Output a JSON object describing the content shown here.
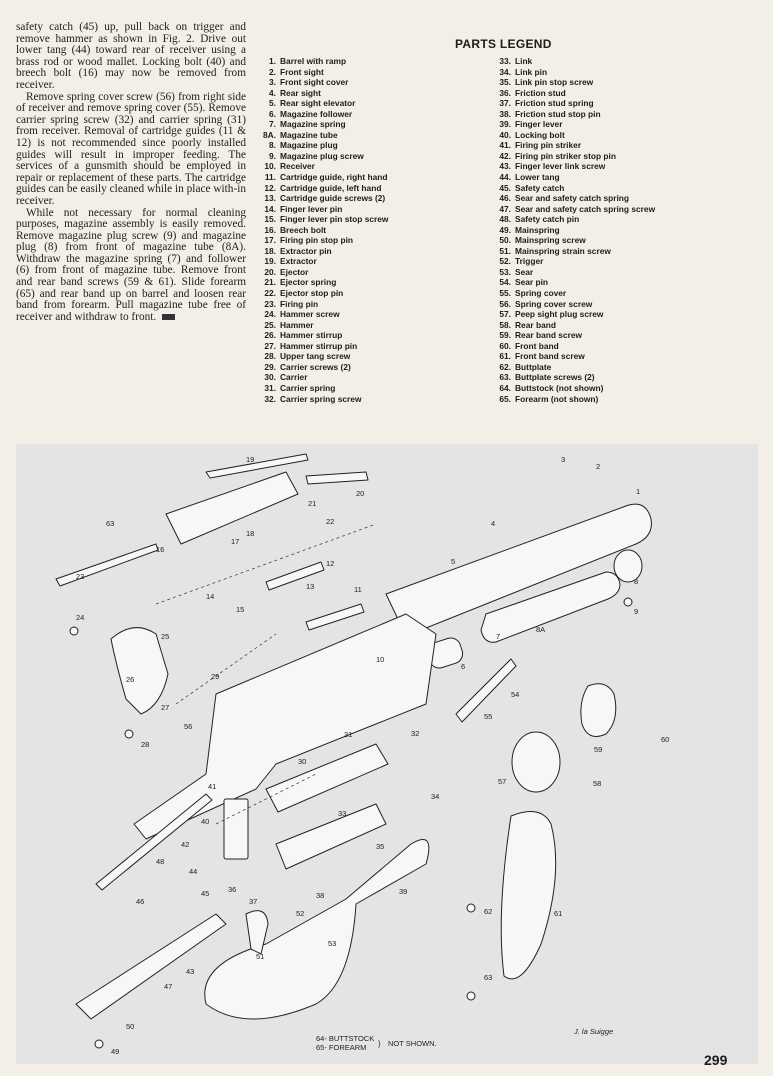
{
  "instructions": {
    "paragraphs": [
      "safety catch (45) up, pull back on trigger and remove hammer as shown in Fig. 2. Drive out lower tang (44) toward rear of receiver using a brass rod or wood mallet. Locking bolt (40) and breech bolt (16) may now be removed from receiver.",
      "Remove spring cover screw (56) from right side of receiver and remove spring cover (55). Remove carrier spring screw (32) and carrier spring (31) from receiver. Removal of cartridge guides (11 & 12) is not recommended since poorly installed guides will result in improper feeding. The services of a gunsmith should be employed in repair or replacement of these parts. The cartridge guides can be easily cleaned while in place with-in receiver.",
      "While not necessary for normal cleaning purposes, magazine assembly is easily removed. Remove magazine plug screw (9) and magazine plug (8) from front of magazine tube (8A). Withdraw the magazine spring (7) and follower (6) from front of magazine tube. Remove front and rear band screws (59 & 61). Slide forearm (65) and rear band up on barrel and loosen rear band from forearm. Pull magazine tube free of receiver and withdraw to front."
    ]
  },
  "legend": {
    "title": "PARTS LEGEND",
    "column_a": [
      {
        "num": "1.",
        "name": "Barrel with ramp"
      },
      {
        "num": "2.",
        "name": "Front sight"
      },
      {
        "num": "3.",
        "name": "Front sight cover"
      },
      {
        "num": "4.",
        "name": "Rear sight"
      },
      {
        "num": "5.",
        "name": "Rear sight elevator"
      },
      {
        "num": "6.",
        "name": "Magazine follower"
      },
      {
        "num": "7.",
        "name": "Magazine spring"
      },
      {
        "num": "8A.",
        "name": "Magazine tube"
      },
      {
        "num": "8.",
        "name": "Magazine plug"
      },
      {
        "num": "9.",
        "name": "Magazine plug screw"
      },
      {
        "num": "10.",
        "name": "Receiver"
      },
      {
        "num": "11.",
        "name": "Cartridge guide, right hand"
      },
      {
        "num": "12.",
        "name": "Cartridge guide, left hand"
      },
      {
        "num": "13.",
        "name": "Cartridge guide screws (2)"
      },
      {
        "num": "14.",
        "name": "Finger lever pin"
      },
      {
        "num": "15.",
        "name": "Finger lever pin stop screw"
      },
      {
        "num": "16.",
        "name": "Breech bolt"
      },
      {
        "num": "17.",
        "name": "Firing pin stop pin"
      },
      {
        "num": "18.",
        "name": "Extractor pin"
      },
      {
        "num": "19.",
        "name": "Extractor"
      },
      {
        "num": "20.",
        "name": "Ejector"
      },
      {
        "num": "21.",
        "name": "Ejector spring"
      },
      {
        "num": "22.",
        "name": "Ejector stop pin"
      },
      {
        "num": "23.",
        "name": "Firing pin"
      },
      {
        "num": "24.",
        "name": "Hammer screw"
      },
      {
        "num": "25.",
        "name": "Hammer"
      },
      {
        "num": "26.",
        "name": "Hammer stirrup"
      },
      {
        "num": "27.",
        "name": "Hammer stirrup pin"
      },
      {
        "num": "28.",
        "name": "Upper tang screw"
      },
      {
        "num": "29.",
        "name": "Carrier screws (2)"
      },
      {
        "num": "30.",
        "name": "Carrier"
      },
      {
        "num": "31.",
        "name": "Carrier spring"
      },
      {
        "num": "32.",
        "name": "Carrier spring screw"
      }
    ],
    "column_b": [
      {
        "num": "33.",
        "name": "Link"
      },
      {
        "num": "34.",
        "name": "Link pin"
      },
      {
        "num": "35.",
        "name": "Link pin stop screw"
      },
      {
        "num": "36.",
        "name": "Friction stud"
      },
      {
        "num": "37.",
        "name": "Friction stud spring"
      },
      {
        "num": "38.",
        "name": "Friction stud stop pin"
      },
      {
        "num": "39.",
        "name": "Finger lever"
      },
      {
        "num": "40.",
        "name": "Locking bolt"
      },
      {
        "num": "41.",
        "name": "Firing pin striker"
      },
      {
        "num": "42.",
        "name": "Firing pin striker stop pin"
      },
      {
        "num": "43.",
        "name": "Finger lever link screw"
      },
      {
        "num": "44.",
        "name": "Lower tang"
      },
      {
        "num": "45.",
        "name": "Safety catch"
      },
      {
        "num": "46.",
        "name": "Sear and safety catch spring"
      },
      {
        "num": "47.",
        "name": "Sear and safety catch spring screw"
      },
      {
        "num": "48.",
        "name": "Safety catch pin"
      },
      {
        "num": "49.",
        "name": "Mainspring"
      },
      {
        "num": "50.",
        "name": "Mainspring screw"
      },
      {
        "num": "51.",
        "name": "Mainspring strain screw"
      },
      {
        "num": "52.",
        "name": "Trigger"
      },
      {
        "num": "53.",
        "name": "Sear"
      },
      {
        "num": "54.",
        "name": "Sear pin"
      },
      {
        "num": "55.",
        "name": "Spring cover"
      },
      {
        "num": "56.",
        "name": "Spring cover screw"
      },
      {
        "num": "57.",
        "name": "Peep sight plug screw"
      },
      {
        "num": "58.",
        "name": "Rear band"
      },
      {
        "num": "59.",
        "name": "Rear band screw"
      },
      {
        "num": "60.",
        "name": "Front band"
      },
      {
        "num": "61.",
        "name": "Front band screw"
      },
      {
        "num": "62.",
        "name": "Buttplate"
      },
      {
        "num": "63.",
        "name": "Buttplate screws (2)"
      },
      {
        "num": "64.",
        "name": "Buttstock (not shown)"
      },
      {
        "num": "65.",
        "name": "Forearm (not shown)"
      }
    ]
  },
  "diagram": {
    "callouts": [
      "1",
      "2",
      "3",
      "4",
      "5",
      "6",
      "7",
      "8",
      "8A",
      "9",
      "10",
      "11",
      "12",
      "13",
      "14",
      "15",
      "16",
      "17",
      "18",
      "19",
      "20",
      "21",
      "22",
      "23",
      "24",
      "25",
      "26",
      "27",
      "28",
      "29",
      "30",
      "31",
      "32",
      "33",
      "34",
      "35",
      "36",
      "37",
      "38",
      "39",
      "40",
      "41",
      "42",
      "43",
      "44",
      "45",
      "46",
      "47",
      "48",
      "49",
      "50",
      "51",
      "52",
      "53",
      "54",
      "55",
      "56",
      "57",
      "58",
      "59",
      "60",
      "61",
      "62",
      "63",
      "63"
    ],
    "not_shown_line1": "64- BUTTSTOCK",
    "not_shown_line2": "65- FOREARM",
    "not_shown_label": "NOT SHOWN.",
    "signature": "J. la Suigge"
  },
  "page_number": "299"
}
